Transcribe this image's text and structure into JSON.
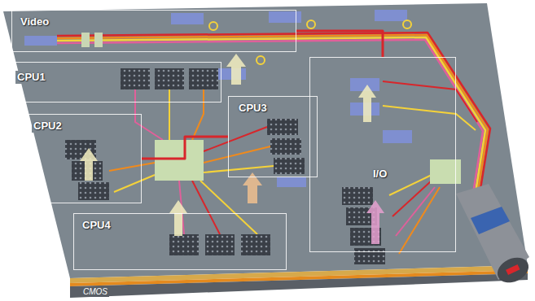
{
  "diagram": {
    "nodes": [
      {
        "text": [
          "Video"
        ]
      },
      {
        "text": [
          "CPU1"
        ]
      },
      {
        "text": [
          "CPU2"
        ]
      },
      {
        "text": [
          "CPU3"
        ]
      },
      {
        "text": [
          "CPU4"
        ]
      },
      {
        "text": [
          "I/O"
        ]
      }
    ],
    "edges": [
      {
        "from": 0,
        "to": 5,
        "arrow": "none"
      },
      {
        "from": 2,
        "to": 3,
        "arrow": "none"
      }
    ],
    "labels": [
      "CMOS"
    ]
  }
}
